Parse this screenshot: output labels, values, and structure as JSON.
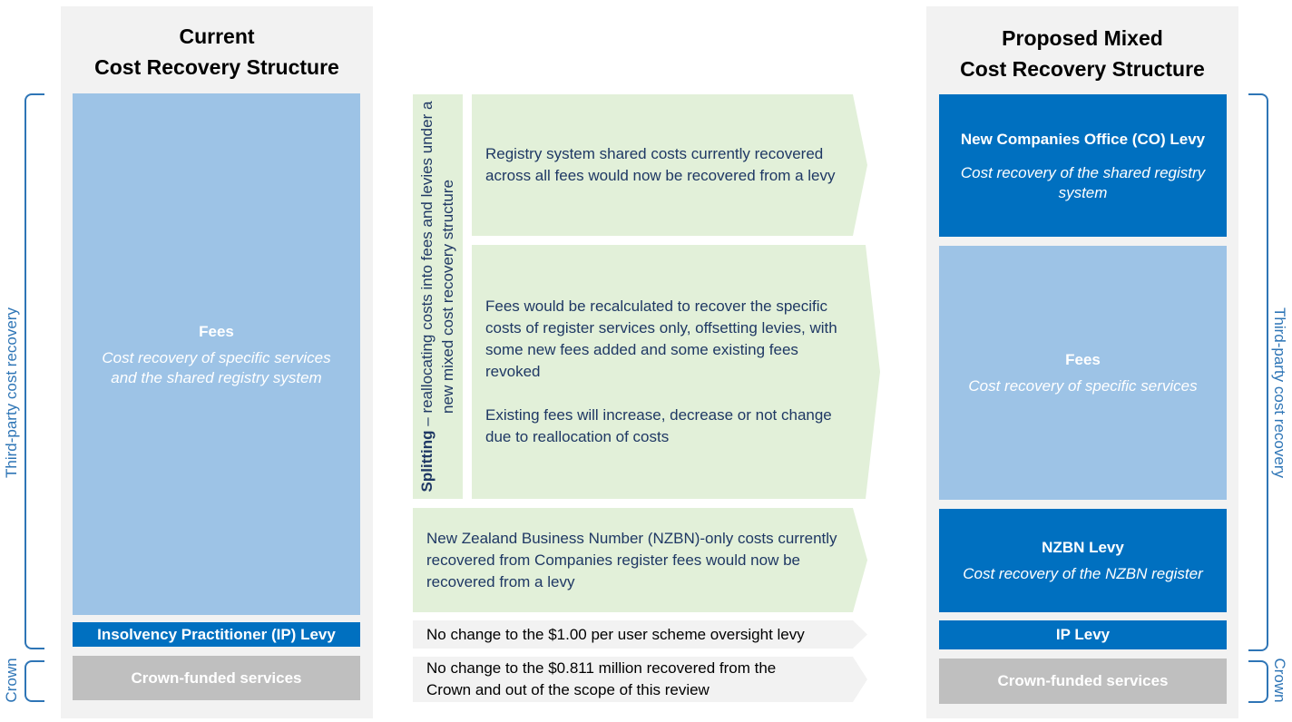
{
  "left_column": {
    "title": "Current\nCost Recovery Structure",
    "fees": {
      "title": "Fees",
      "subtitle": "Cost recovery of specific services\nand the shared registry system"
    },
    "ip_levy": "Insolvency Practitioner (IP) Levy",
    "crown": "Crown-funded services"
  },
  "middle": {
    "splitting_bold": "Splitting",
    "splitting_rest": " – reallocating costs into fees and levies under a new mixed cost recovery structure",
    "registry_text": "Registry system shared costs currently recovered across all fees would now be recovered from a levy",
    "fees_text_1": "Fees would be recalculated to recover the specific costs of register services only, offsetting levies, with some new fees added and some existing fees revoked",
    "fees_text_2": "Existing fees will increase, decrease or not change due to reallocation of costs",
    "nzbn_text": "New Zealand Business Number (NZBN)-only costs currently recovered from Companies register fees would now be recovered from a levy",
    "ip_text": "No change to the $1.00 per user scheme oversight levy",
    "crown_text": "No change to the $0.811 million recovered from the Crown and out of the scope of this review"
  },
  "right_column": {
    "title": "Proposed Mixed\nCost Recovery Structure",
    "co_levy": {
      "title": "New Companies Office (CO) Levy",
      "subtitle": "Cost recovery of the shared registry\nsystem"
    },
    "fees": {
      "title": "Fees",
      "subtitle": "Cost recovery of specific services"
    },
    "nzbn_levy": {
      "title": "NZBN Levy",
      "subtitle": "Cost recovery of the NZBN register"
    },
    "ip_levy": "IP Levy",
    "crown": "Crown-funded services"
  },
  "brackets": {
    "third_party_left": "Third-party cost recovery",
    "crown_left": "Crown",
    "third_party_right": "Third-party cost recovery",
    "crown_right": "Crown"
  },
  "colors": {
    "light_blue": "#9dc3e6",
    "dark_blue": "#0070c0",
    "grey": "#bfbfbf",
    "green": "#e2f0d9",
    "text_navy": "#1f3864",
    "bracket_blue": "#2e75b6"
  }
}
